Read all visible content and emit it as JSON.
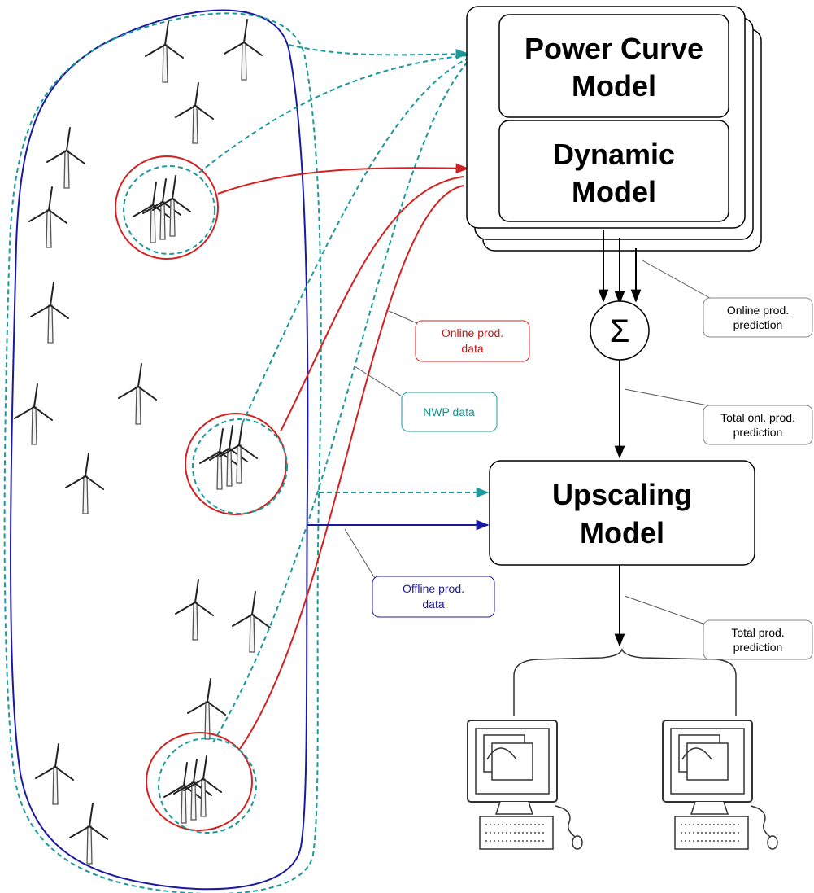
{
  "models": {
    "power_curve": [
      "Power Curve",
      "Model"
    ],
    "dynamic": [
      "Dynamic",
      "Model"
    ],
    "upscaling": [
      "Upscaling",
      "Model"
    ]
  },
  "sum_symbol": "Σ",
  "callouts": {
    "online_prod_prediction": [
      "Online prod.",
      "prediction"
    ],
    "total_onl_prod_prediction": [
      "Total onl. prod.",
      "prediction"
    ],
    "total_prod_prediction": [
      "Total prod.",
      "prediction"
    ],
    "online_prod_data": [
      "Online prod.",
      "data"
    ],
    "nwp_data": [
      "NWP data"
    ],
    "offline_prod_data": [
      "Offline prod.",
      "data"
    ]
  },
  "colors": {
    "online": "#d42020",
    "nwp": "#1a9a9a",
    "offline": "#1a1aa0",
    "black": "#000000"
  },
  "icons": [
    "wind-turbine-icon",
    "sum-icon",
    "computer-monitor-icon"
  ]
}
